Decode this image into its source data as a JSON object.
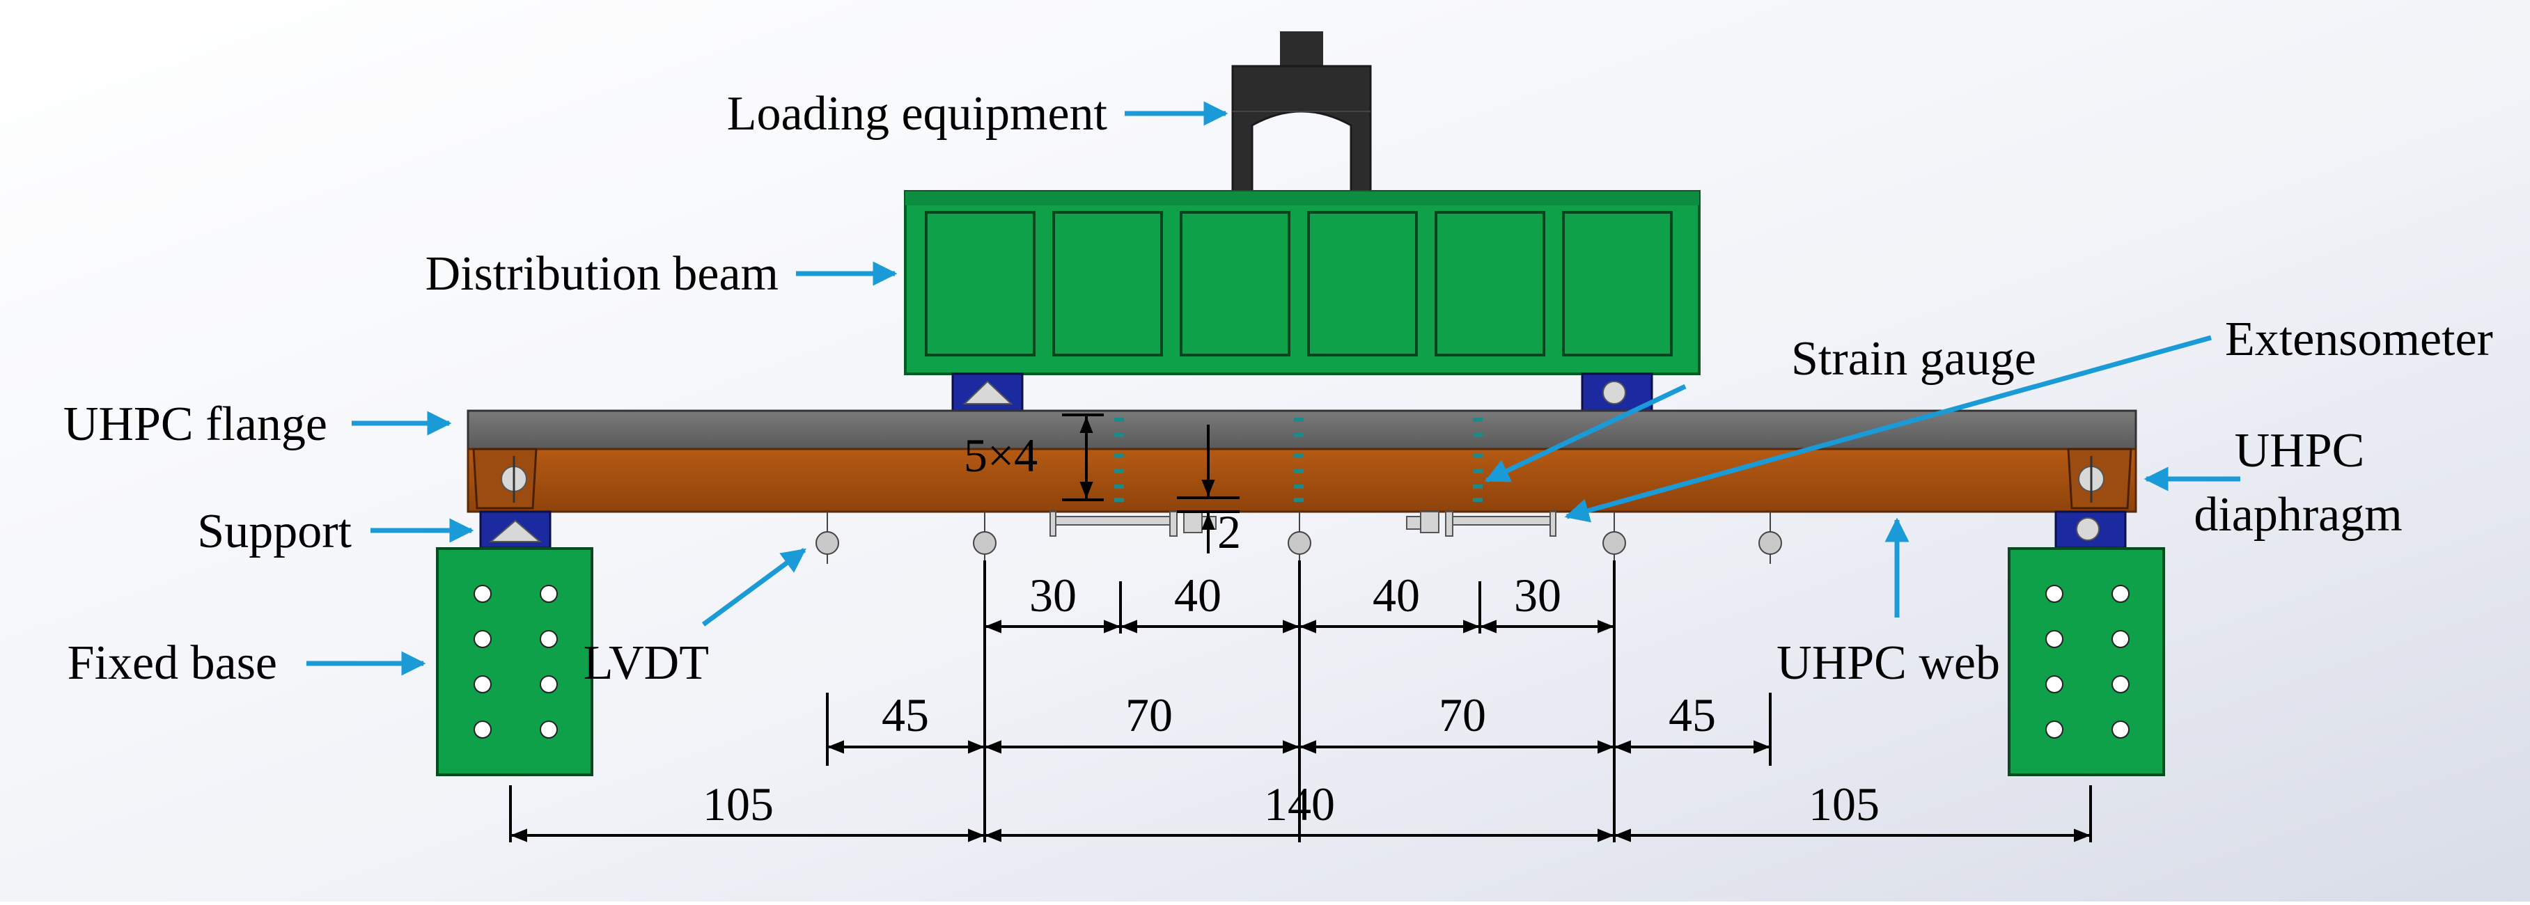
{
  "labels": {
    "loading_equipment": "Loading equipment",
    "distribution_beam": "Distribution beam",
    "uhpc_flange": "UHPC flange",
    "support": "Support",
    "fixed_base": "Fixed base",
    "lvdt": "LVDT",
    "strain_gauge": "Strain gauge",
    "extensometer": "Extensometer",
    "uhpc_diaphragm_line1": "UHPC",
    "uhpc_diaphragm_line2": "diaphragm",
    "uhpc_web": "UHPC web"
  },
  "dimensions": {
    "gauge_spacing": "5×4",
    "gauge_offset": "2",
    "row1": [
      "30",
      "40",
      "40",
      "30"
    ],
    "row2": [
      "45",
      "70",
      "70",
      "45"
    ],
    "row3": [
      "105",
      "140",
      "105"
    ]
  },
  "colors": {
    "arrow_blue": "#1a9bd7",
    "beam_green": "#0fa04a",
    "web_brown": "#a8500f",
    "flange_gray": "#6b6b6b",
    "support_navy": "#1c2aa0",
    "loader_dark": "#2c2c2c"
  }
}
